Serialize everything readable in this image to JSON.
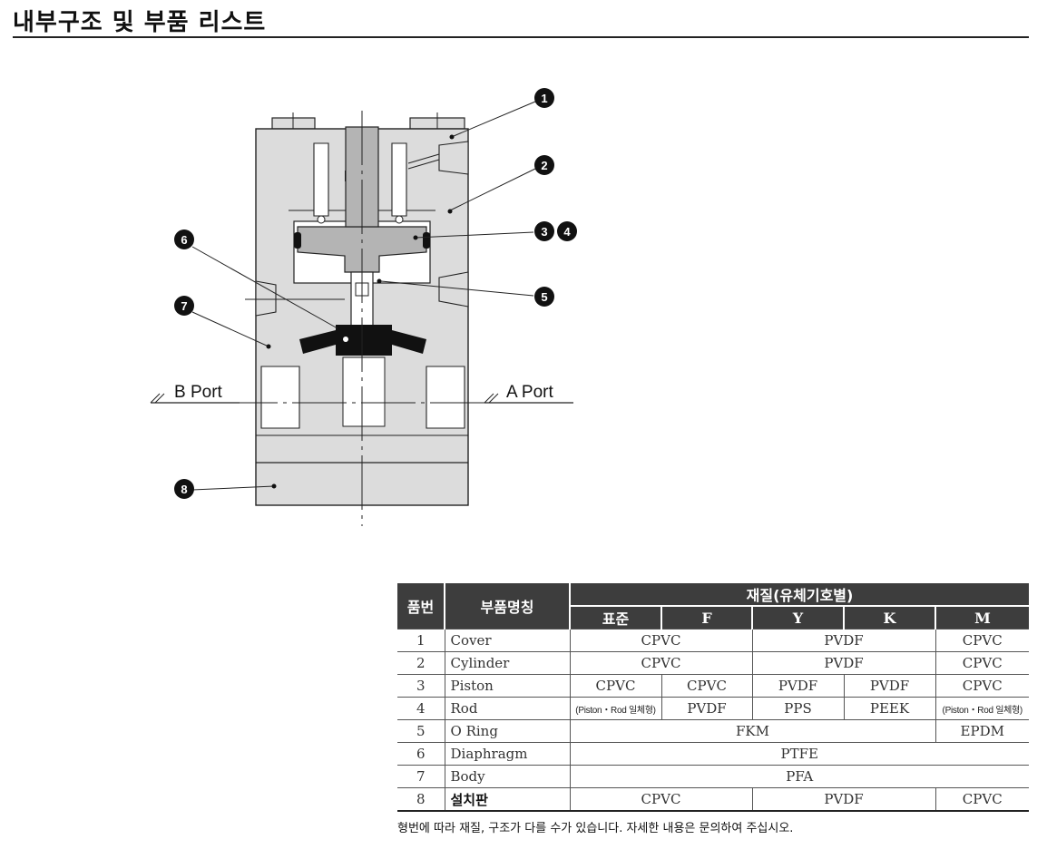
{
  "page": {
    "title": "내부구조 및 부품 리스트",
    "note": "형번에 따라 재질, 구조가 다를 수가 있습니다. 자세한 내용은 문의하여 주십시오."
  },
  "diagram": {
    "callouts": [
      "1",
      "2",
      "3",
      "4",
      "5",
      "6",
      "7",
      "8"
    ],
    "port_b": "B Port",
    "port_a": "A Port"
  },
  "table": {
    "header": {
      "no": "품번",
      "name": "부품명칭",
      "material": "재질(유체기호별)",
      "std": "표준",
      "f": "F",
      "y": "Y",
      "k": "K",
      "m": "M"
    },
    "rows": [
      {
        "no": "1",
        "name": "Cover",
        "a": "CPVC",
        "b": "PVDF",
        "c": "CPVC"
      },
      {
        "no": "2",
        "name": "Cylinder",
        "a": "CPVC",
        "b": "PVDF",
        "c": "CPVC"
      },
      {
        "no": "3",
        "name": "Piston",
        "std": "CPVC",
        "f": "CPVC",
        "y": "PVDF",
        "k": "PVDF",
        "m": "CPVC"
      },
      {
        "no": "4",
        "name": "Rod",
        "std": "(Piston・Rod 일체형)",
        "f": "PVDF",
        "y": "PPS",
        "k": "PEEK",
        "m": "(Piston・Rod 일체형)"
      },
      {
        "no": "5",
        "name": "O Ring",
        "a": "FKM",
        "m": "EPDM"
      },
      {
        "no": "6",
        "name": "Diaphragm",
        "a": "PTFE"
      },
      {
        "no": "7",
        "name": "Body",
        "a": "PFA"
      },
      {
        "no": "8",
        "name": "설치판",
        "a": "CPVC",
        "b": "PVDF",
        "c": "CPVC"
      }
    ]
  },
  "colors": {
    "body_fill": "#dcdcdc",
    "part_fill": "#b4b4b4",
    "dark_fill": "#111111",
    "header_bg": "#3d3d3d"
  }
}
